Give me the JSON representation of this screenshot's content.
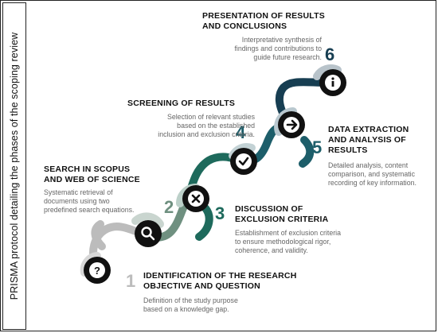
{
  "side_title": "PRISMA protocol detailing the phases of the scoping review",
  "colors": {
    "gray": "#bcbcbc",
    "sage": "#6f9080",
    "green": "#1e6a5c",
    "teal": "#1d5e6a",
    "navy": "#173e52",
    "dark": "#111111"
  },
  "steps": [
    {
      "number": "1",
      "title": "IDENTIFICATION OF THE RESEARCH\nOBJECTIVE AND QUESTION",
      "description": "Definition of the study purpose\nbased on a knowledge gap.",
      "icon": "question-icon"
    },
    {
      "number": "2",
      "title": "SEARCH IN SCOPUS\nAND WEB OF SCIENCE",
      "description": "Systematic retrieval of\ndocuments using two\npredefined search equations.",
      "icon": "magnifier-icon"
    },
    {
      "number": "3",
      "title": "DISCUSSION OF\nEXCLUSION CRITERIA",
      "description": "Establishment of exclusion criteria\nto ensure methodological rigor,\ncoherence, and validity.",
      "icon": "x-icon"
    },
    {
      "number": "4",
      "title": "SCREENING OF RESULTS",
      "description": "Selection of relevant studies\nbased on the established\ninclusion and exclusion criteria.",
      "icon": "check-icon"
    },
    {
      "number": "5",
      "title": "DATA EXTRACTION\nAND ANALYSIS OF\nRESULTS",
      "description": "Detailed analysis, content\ncomparison, and systematic\nrecording of key information.",
      "icon": "arrow-right-icon"
    },
    {
      "number": "6",
      "title": "PRESENTATION OF RESULTS\nAND CONCLUSIONS",
      "description": "Interpretative synthesis of\nfindings and contributions to\nguide future research.",
      "icon": "info-icon"
    }
  ]
}
